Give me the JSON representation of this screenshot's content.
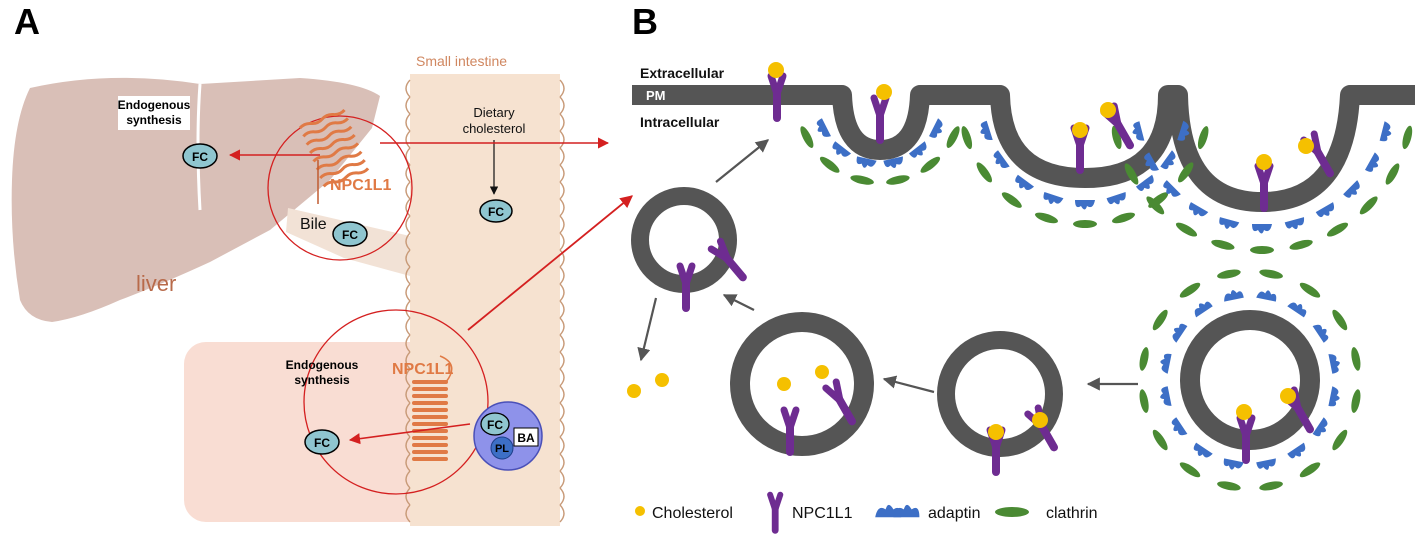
{
  "panels": {
    "a": {
      "letter": "A",
      "small_intestine": "Small intestine",
      "liver": "liver",
      "endogenous_top": [
        "Endogenous",
        "synthesis"
      ],
      "endogenous_bottom": [
        "Endogenous",
        "synthesis"
      ],
      "dietary": [
        "Dietary",
        "cholesterol"
      ],
      "bile": "Bile",
      "fc": "FC",
      "npc_top": "NPC1L1",
      "npc_bottom": "NPC1L1",
      "pl": "PL",
      "ba": "BA"
    },
    "b": {
      "letter": "B",
      "extracellular": "Extracellular",
      "pm": "PM",
      "intracellular": "Intracellular"
    }
  },
  "legend": {
    "cholesterol": "Cholesterol",
    "npc1l1": "NPC1L1",
    "adaptin": "adaptin",
    "clathrin": "clathrin"
  },
  "colors": {
    "liver": "#d9bfb7",
    "intestine": "#f6e2d0",
    "lumen": "#f9ddd3",
    "orange": "#e07a45",
    "red": "#d42020",
    "membrane": "#555555",
    "purple": "#6e2c91",
    "blue": "#3d6fc6",
    "green": "#4a8a33",
    "yellow": "#f5c000",
    "fc": "#8fc5cf"
  }
}
